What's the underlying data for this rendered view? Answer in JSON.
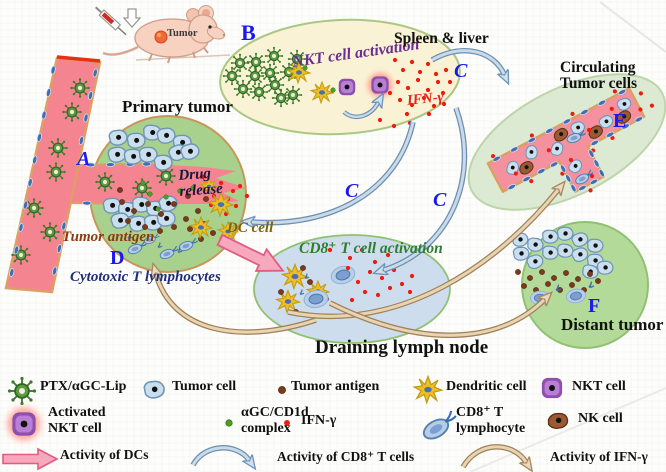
{
  "figure": {
    "mouse_tumor_label": "Tumor",
    "markers": {
      "a": "A",
      "b": "B",
      "c": "C",
      "d": "D",
      "e": "E",
      "f": "F"
    },
    "regions": {
      "primary_tumor": "Primary tumor",
      "drug_release": "Drug release",
      "tumor_antigen": "Tumor antigen",
      "cytotoxic_t": "Cytotoxic T lymphocytes",
      "dc_cell": "DC cell",
      "nkt_activation": "NKT cell activation",
      "spleen_liver": "Spleen & liver",
      "ifn_gamma": "IFN-γ",
      "circulating": "Circulating Tumor cells",
      "cd8_activation": "CD8⁺ T cell activation",
      "draining_node": "Draining lymph node",
      "distant_tumor": "Distant tumor"
    }
  },
  "legend": {
    "ptx": "PTX/αGC-Lip",
    "tumor_cell": "Tumor cell",
    "tumor_antigen": "Tumor antigen",
    "dendritic": "Dendritic cell",
    "nkt": "NKT cell",
    "activated_nkt": "Activated NKT cell",
    "complex": "αGC/CD1d complex",
    "ifn": "IFN-γ",
    "cd8": "CD8⁺ T lymphocyte",
    "nk": "NK cell",
    "act_dc": "Activity of DCs",
    "act_cd8": "Activity of CD8⁺ T cells",
    "act_ifn": "Activity of IFN-γ"
  },
  "colors": {
    "liposome_green": "#4e8f3a",
    "vessel_pink": "#f4848f",
    "tumor_green": "#a9d18e",
    "spleen_cream": "#faf2d4",
    "circulating_green": "#dcead3",
    "lymph_blue": "#cedded",
    "nkt_purple": "#8e4fae",
    "ifn_red": "#ee1c0c",
    "antigen_brown": "#7b3a1c",
    "dc_yellow": "#eebe2a",
    "arrow_blue": "#6d8fae",
    "arrow_tan": "#a08055",
    "arrow_pink": "#f8a8bc",
    "marker_blue": "#1a1aee"
  }
}
